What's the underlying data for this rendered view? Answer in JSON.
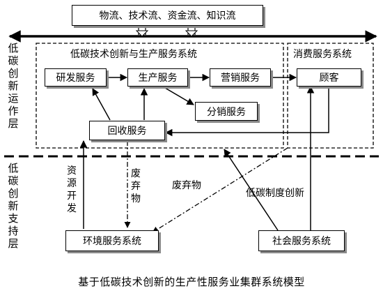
{
  "flow_box": {
    "label": "物流、技术流、资金流、知识流"
  },
  "layers": {
    "operation": "低碳创新运作层",
    "support": "低碳创新支持层"
  },
  "groups": {
    "production_service_system": "低碳技术创新与生产服务系统",
    "consumption_service_system": "消费服务系统"
  },
  "nodes": {
    "rd_service": "研发服务",
    "production_service": "生产服务",
    "marketing_service": "营销服务",
    "customer": "顾客",
    "distribution_service": "分销服务",
    "recycling_service": "回收服务",
    "environment_service_system": "环境服务系统",
    "social_service_system": "社会服务系统"
  },
  "edge_labels": {
    "resource_development": "资源开发",
    "waste_vertical": "废弃物",
    "waste": "废弃物",
    "lowcarbon_institution_innovation": "低碳制度创新"
  },
  "caption": "基于低碳技术创新的生产性服务业集群系统模型"
}
